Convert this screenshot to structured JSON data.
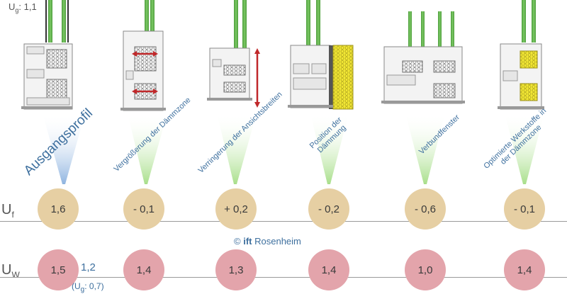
{
  "ug_note": {
    "prefix": "U",
    "sub": "g",
    "value": ": 1,1"
  },
  "columns": [
    {
      "label": "Ausgangsprofil"
    },
    {
      "label": "Vergrößerung der Dämmzone"
    },
    {
      "label": "Verringerung der Ansichtsbreiten"
    },
    {
      "label": "Position der Dämmung"
    },
    {
      "label": "Verbundfenster"
    },
    {
      "label": "Optimierte Werkstoffe in der Dämmzone"
    }
  ],
  "uf_row": {
    "symbol": "U",
    "sub": "f",
    "values": [
      "1,6",
      "- 0,1",
      "+ 0,2",
      "- 0,2",
      "- 0,6",
      "- 0,1"
    ]
  },
  "uw_row": {
    "symbol": "U",
    "sub": "W",
    "values": [
      "1,5",
      "1,4",
      "1,3",
      "1,4",
      "1,0",
      "1,4"
    ]
  },
  "uw_note": {
    "value": "1,2",
    "sub_open": "(U",
    "sub": "g",
    "sub_close": ": 0,7)"
  },
  "copyright": {
    "symbol": "©",
    "brand": "ift",
    "rest": " Rosenheim"
  },
  "colors": {
    "glass": "#5fb04a",
    "uf_circle": "#e6cfa3",
    "uw_circle": "#e3a4ab",
    "text_blue": "#3d6f9e",
    "arrow": "#c0282a",
    "insulation": "#f1e634"
  }
}
